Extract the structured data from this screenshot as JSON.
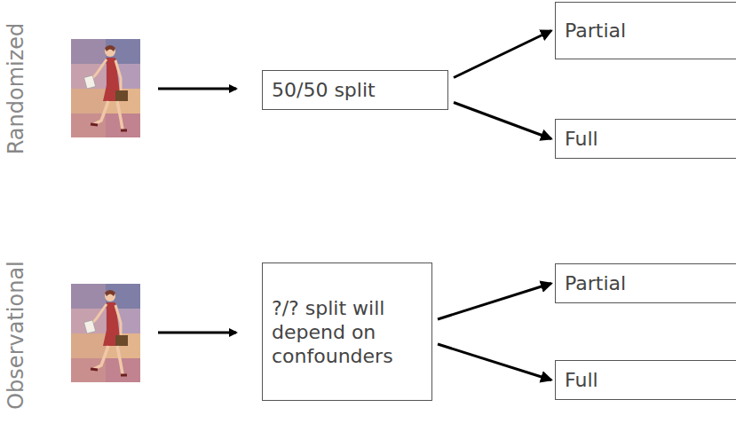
{
  "diagram": {
    "nodes": [
      {
        "text": [
          "50/50 split"
        ]
      },
      {
        "text": [
          "Partial"
        ]
      },
      {
        "text": [
          "Full"
        ]
      },
      {
        "text": [
          "?/? split will depend on confounders"
        ]
      },
      {
        "text": [
          "Partial"
        ]
      },
      {
        "text": [
          "Full"
        ]
      }
    ],
    "edges": [
      {
        "from": 0,
        "to": 1,
        "arrow": "to"
      },
      {
        "from": 0,
        "to": 2,
        "arrow": "to"
      },
      {
        "from": 3,
        "to": 4,
        "arrow": "to"
      },
      {
        "from": 3,
        "to": 5,
        "arrow": "to"
      }
    ],
    "labels": [
      "Randomized",
      "Observational"
    ]
  }
}
